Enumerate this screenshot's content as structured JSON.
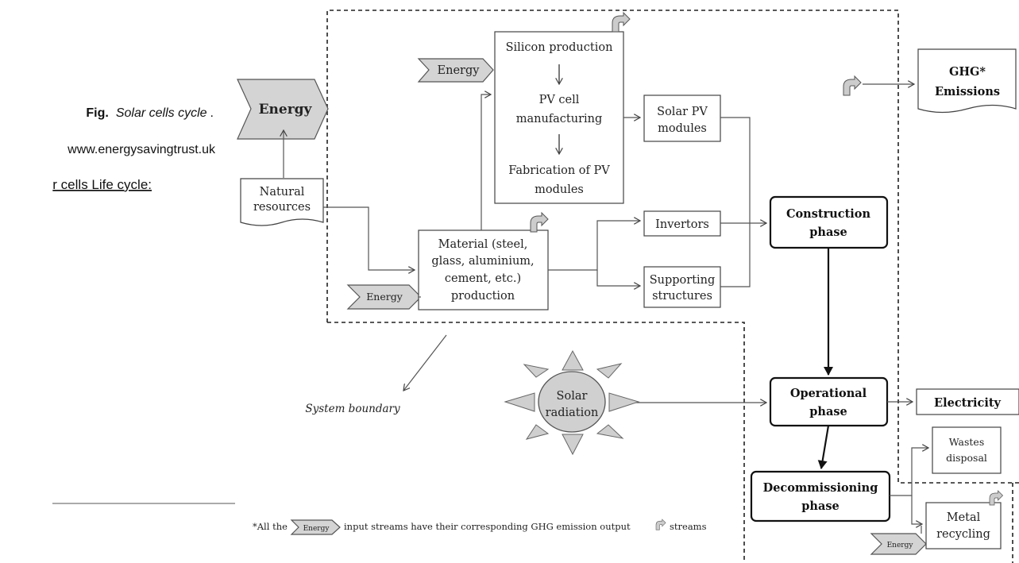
{
  "caption": {
    "fig_label": "Fig.",
    "fig_title": "Solar cells cycle",
    "fig_end": ".",
    "source": "www.energysavingtrust.uk",
    "life_cycle": "r cells Life cycle:"
  },
  "diagram": {
    "energy_main": "Energy",
    "energy_top": "Energy",
    "energy_material": "Energy",
    "energy_recycle": "Energy",
    "energy_footnote": "Energy",
    "natural_resources": [
      "Natural",
      "resources"
    ],
    "silicon_production": "Silicon production",
    "pv_cell_manufacturing": [
      "PV cell",
      "manufacturing"
    ],
    "fabrication": [
      "Fabrication of PV",
      "modules"
    ],
    "solar_pv_modules": [
      "Solar PV",
      "modules"
    ],
    "invertors": "Invertors",
    "supporting_structures": [
      "Supporting",
      "structures"
    ],
    "material_production": [
      "Material (steel,",
      "glass, aluminium,",
      "cement, etc.)",
      "production"
    ],
    "construction_phase": [
      "Construction",
      "phase"
    ],
    "operational_phase": [
      "Operational",
      "phase"
    ],
    "decommissioning_phase": [
      "Decommissioning",
      "phase"
    ],
    "electricity": "Electricity",
    "wastes_disposal": [
      "Wastes",
      "disposal"
    ],
    "metal_recycling": [
      "Metal",
      "recycling"
    ],
    "ghg_emissions": [
      "GHG*",
      "Emissions"
    ],
    "solar_radiation": [
      "Solar",
      "radiation"
    ],
    "system_boundary": "System boundary",
    "footnote_pre": "*All the",
    "footnote_mid": "input streams have their corresponding GHG emission output",
    "footnote_post": "streams"
  }
}
